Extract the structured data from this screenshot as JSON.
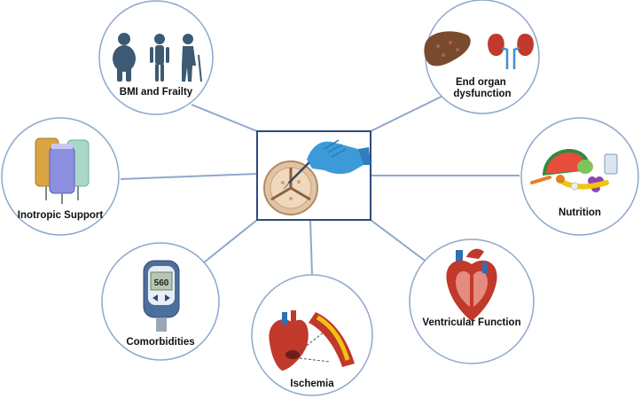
{
  "center": {
    "icon": "surgeon-hand-with-scalpel-over-aortic-valve-icon"
  },
  "factors": [
    {
      "id": "bmi-frailty",
      "label_lines": [
        "BMI and Frailty"
      ],
      "icon": "people-silhouettes-icon"
    },
    {
      "id": "end-organ",
      "label_lines": [
        "End organ",
        "dysfunction"
      ],
      "icon": "liver-and-kidneys-icon"
    },
    {
      "id": "inotropic",
      "label_lines": [
        "Inotropic Support"
      ],
      "icon": "iv-bags-icon"
    },
    {
      "id": "nutrition",
      "label_lines": [
        "Nutrition"
      ],
      "icon": "fruits-and-vegetables-icon"
    },
    {
      "id": "comorbidities",
      "label_lines": [
        "Comorbidities"
      ],
      "icon": "glucometer-icon",
      "meter_value": "560"
    },
    {
      "id": "ischemia",
      "label_lines": [
        "Ischemia"
      ],
      "icon": "heart-and-occluded-artery-icon"
    },
    {
      "id": "ventricular",
      "label_lines": [
        "Ventricular Function"
      ],
      "icon": "heart-cross-section-icon"
    }
  ],
  "colors": {
    "connector": "#8fa8cc",
    "circle_border": "#8fa8cc",
    "center_border": "#2e4a7d",
    "people": "#3c5a73",
    "glove": "#3d9ad9",
    "heart_red": "#c0392b",
    "vessel_blue": "#2f6fb3"
  }
}
